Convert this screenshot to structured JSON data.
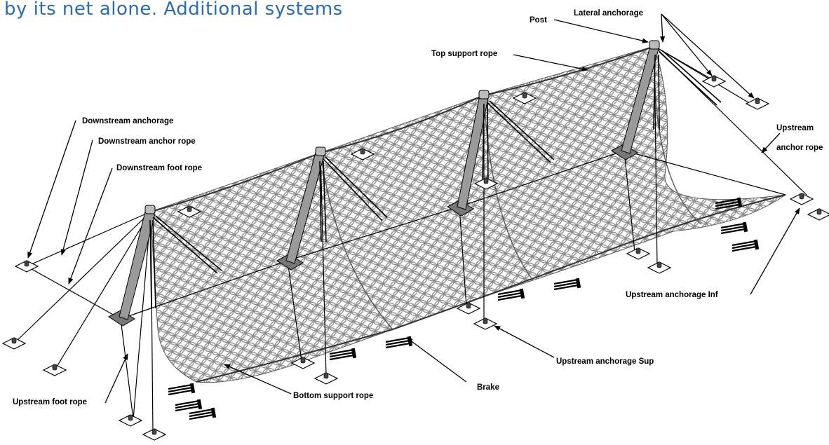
{
  "caption": "by its net alone. Additional systems",
  "labels": {
    "post": "Post",
    "lateral_anchorage": "Lateral anchorage",
    "top_support_rope": "Top support rope",
    "downstream_anchorage": "Downstream anchorage",
    "downstream_anchor_rope": "Downstream anchor rope",
    "downstream_foot_rope": "Downstream foot rope",
    "upstream_anchor_rope_line1": "Upstream",
    "upstream_anchor_rope_line2": "anchor rope",
    "upstream_anchorage_inf": "Upstream anchorage Inf",
    "upstream_anchorage_sup": "Upstream anchorage Sup",
    "brake": "Brake",
    "bottom_support_rope": "Bottom support rope",
    "upstream_foot_rope": "Upstream foot rope"
  },
  "colors": {
    "caption": "#2b6cb0",
    "net_stroke": "#8a8a8a",
    "post_fill": "#9a9a9a",
    "ink": "#000000"
  }
}
